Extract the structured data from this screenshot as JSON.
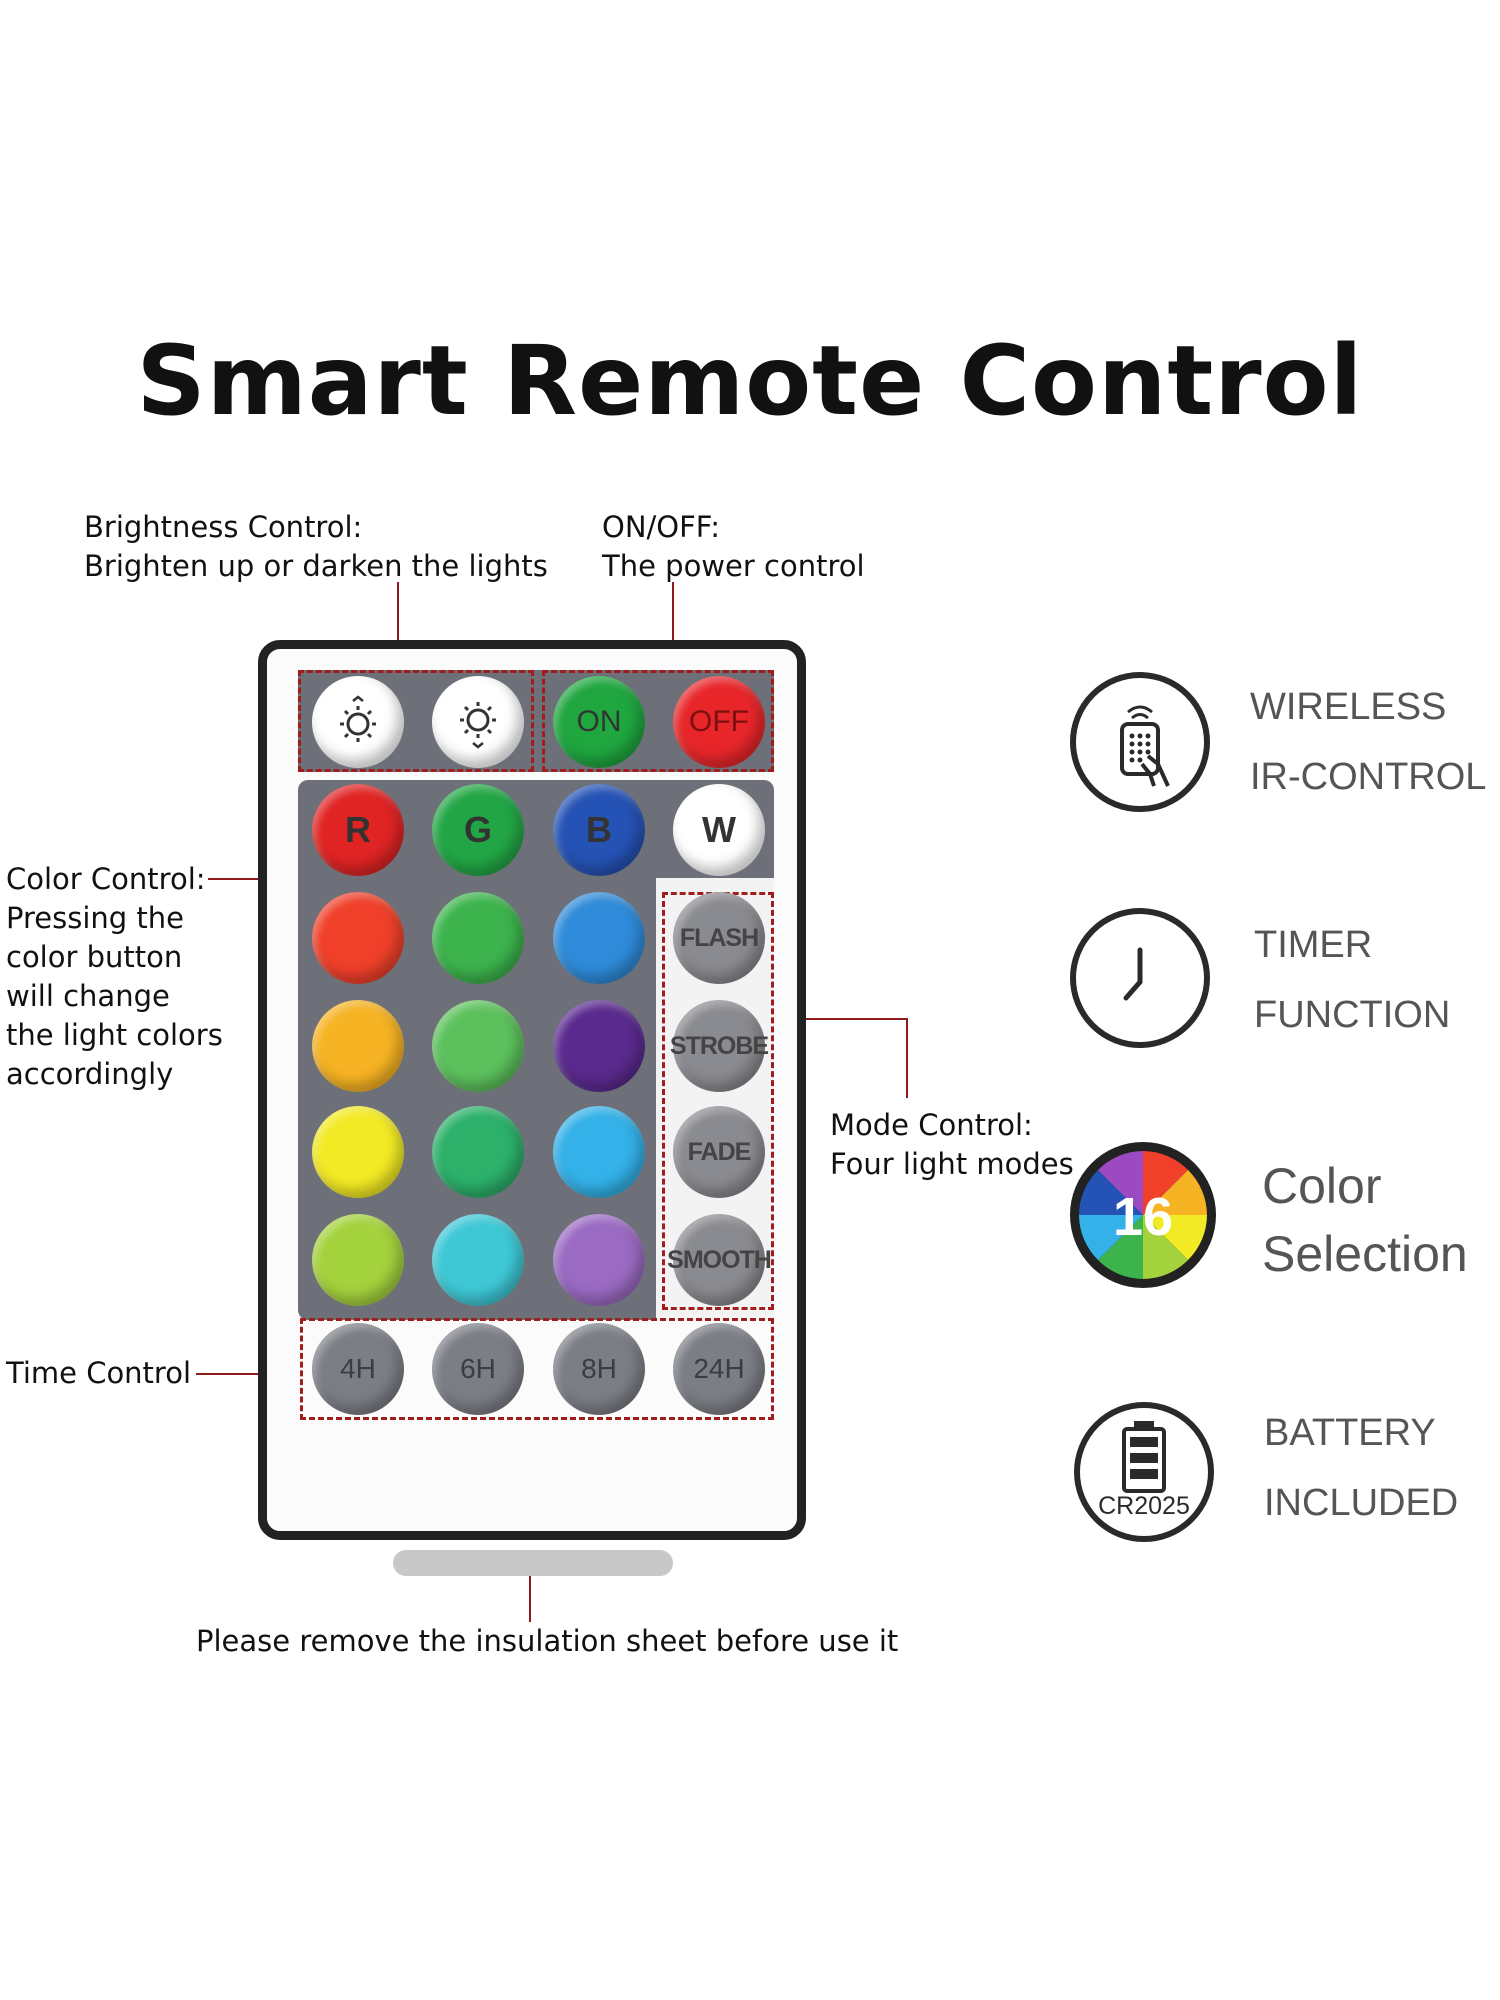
{
  "title": "Smart Remote Control",
  "annotations": {
    "brightness": {
      "line1": "Brightness Control:",
      "line2": "Brighten up or darken the lights"
    },
    "onoff": {
      "line1": "ON/OFF:",
      "line2": "The power control"
    },
    "color": {
      "line1": "Color Control:",
      "line2": "Pressing the",
      "line3": "color button",
      "line4": "will change",
      "line5": "the light colors",
      "line6": "accordingly"
    },
    "mode": {
      "line1": "Mode Control:",
      "line2": "Four light modes"
    },
    "time": {
      "line1": "Time Control"
    },
    "insulation": {
      "line1": "Please remove the insulation sheet before use it"
    }
  },
  "remote": {
    "top_row": [
      {
        "id": "brightness-up",
        "icon": "brightness-up-icon",
        "color": "#ffffff"
      },
      {
        "id": "brightness-down",
        "icon": "brightness-down-icon",
        "color": "#ffffff"
      },
      {
        "id": "on",
        "label": "ON",
        "color": "#1fa63f"
      },
      {
        "id": "off",
        "label": "OFF",
        "color": "#e8262a"
      }
    ],
    "rgbw_row": [
      {
        "label": "R",
        "color": "#e02424"
      },
      {
        "label": "G",
        "color": "#22a645"
      },
      {
        "label": "B",
        "color": "#2552b5"
      },
      {
        "label": "W",
        "color": "#ffffff"
      }
    ],
    "color_rows": [
      [
        "#f0402a",
        "#3cb34c",
        "#2f8bd9"
      ],
      [
        "#f6b323",
        "#5cc15c",
        "#5a2a8e"
      ],
      [
        "#f2ea24",
        "#2cb06a",
        "#33b1e8"
      ],
      [
        "#a4d23c",
        "#3ec8d6",
        "#9b6ac2"
      ]
    ],
    "mode_buttons": [
      "FLASH",
      "STROBE",
      "FADE",
      "SMOOTH"
    ],
    "time_buttons": [
      "4H",
      "6H",
      "8H",
      "24H"
    ]
  },
  "features": [
    {
      "icon": "remote-hand-icon",
      "line1": "WIRELESS",
      "line2": "IR-CONTROL"
    },
    {
      "icon": "clock-icon",
      "line1": "TIMER",
      "line2": "FUNCTION"
    },
    {
      "icon": "color-wheel-icon",
      "badge": "16",
      "line1": "Color",
      "line2": "Selection"
    },
    {
      "icon": "battery-icon",
      "badge": "CR2025",
      "line1": "BATTERY",
      "line2": "INCLUDED"
    }
  ],
  "colors": {
    "leader": "#8e1b1b",
    "panel": "#6d7078",
    "dash": "#a11c1c"
  }
}
